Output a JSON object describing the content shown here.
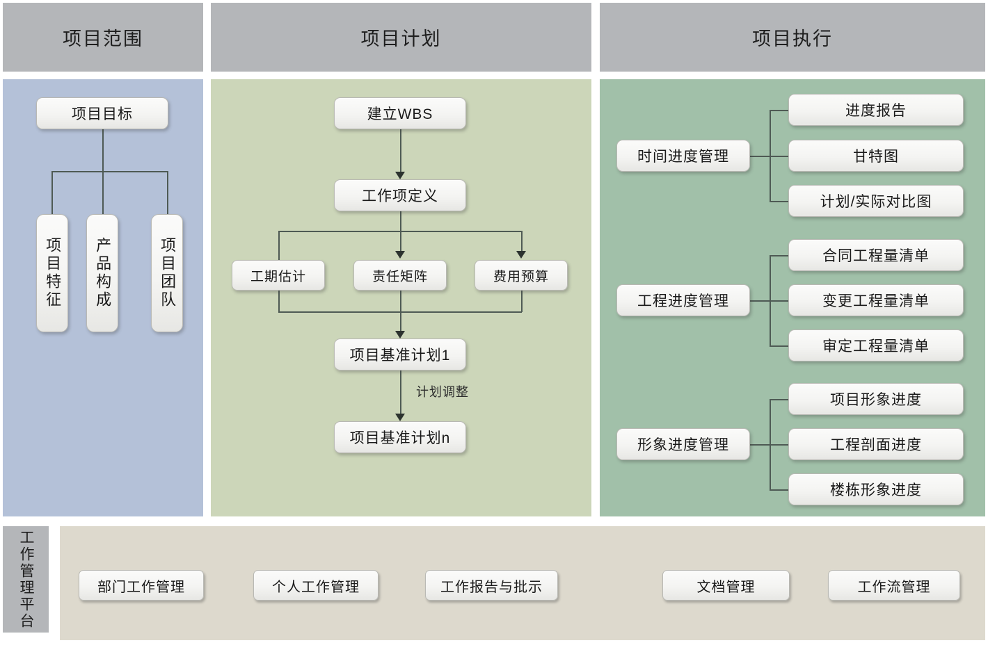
{
  "headers": [
    {
      "label": "项目范围",
      "name": "header-project-scope"
    },
    {
      "label": "项目计划",
      "name": "header-project-plan"
    },
    {
      "label": "项目执行",
      "name": "header-project-execution"
    }
  ],
  "scope": {
    "root": "项目目标",
    "children": [
      "项目特征",
      "产品构成",
      "项目团队"
    ]
  },
  "plan": {
    "nodes": {
      "wbs": "建立WBS",
      "task_def": "工作项定义",
      "duration": "工期估计",
      "responsibility": "责任矩阵",
      "cost": "费用预算",
      "baseline1": "项目基准计划1",
      "baselineN": "项目基准计划n"
    },
    "edge_label": "计划调整"
  },
  "execution": {
    "groups": [
      {
        "parent": "时间进度管理",
        "children": [
          "进度报告",
          "甘特图",
          "计划/实际对比图"
        ]
      },
      {
        "parent": "工程进度管理",
        "children": [
          "合同工程量清单",
          "变更工程量清单",
          "审定工程量清单"
        ]
      },
      {
        "parent": "形象进度管理",
        "children": [
          "项目形象进度",
          "工程剖面进度",
          "楼栋形象进度"
        ]
      }
    ]
  },
  "platform": {
    "label": "工作管理平台",
    "items": [
      "部门工作管理",
      "个人工作管理",
      "工作报告与批示",
      "文档管理",
      "工作流管理"
    ]
  },
  "colors": {
    "header": "#b4b6b9",
    "scope_bg": "#b4c1d8",
    "plan_bg": "#ccd6b9",
    "exec_bg": "#a1c0a9",
    "platform_bg": "#ddd9cd",
    "node_border": "#b9b9b4",
    "connector": "#4e5a54"
  }
}
